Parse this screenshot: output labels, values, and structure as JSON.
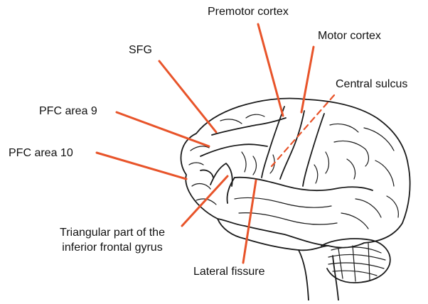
{
  "labels": {
    "premotor": "Premotor cortex",
    "motor": "Motor cortex",
    "central": "Central sulcus",
    "sfg": "SFG",
    "pfc9": "PFC area 9",
    "pfc10": "PFC area 10",
    "triangular_line1": "Triangular part of the",
    "triangular_line2": "inferior frontal gyrus",
    "lateral": "Lateral fissure"
  },
  "colors": {
    "leader": "#e8542a",
    "outline": "#1a1a1a",
    "background": "#ffffff"
  }
}
